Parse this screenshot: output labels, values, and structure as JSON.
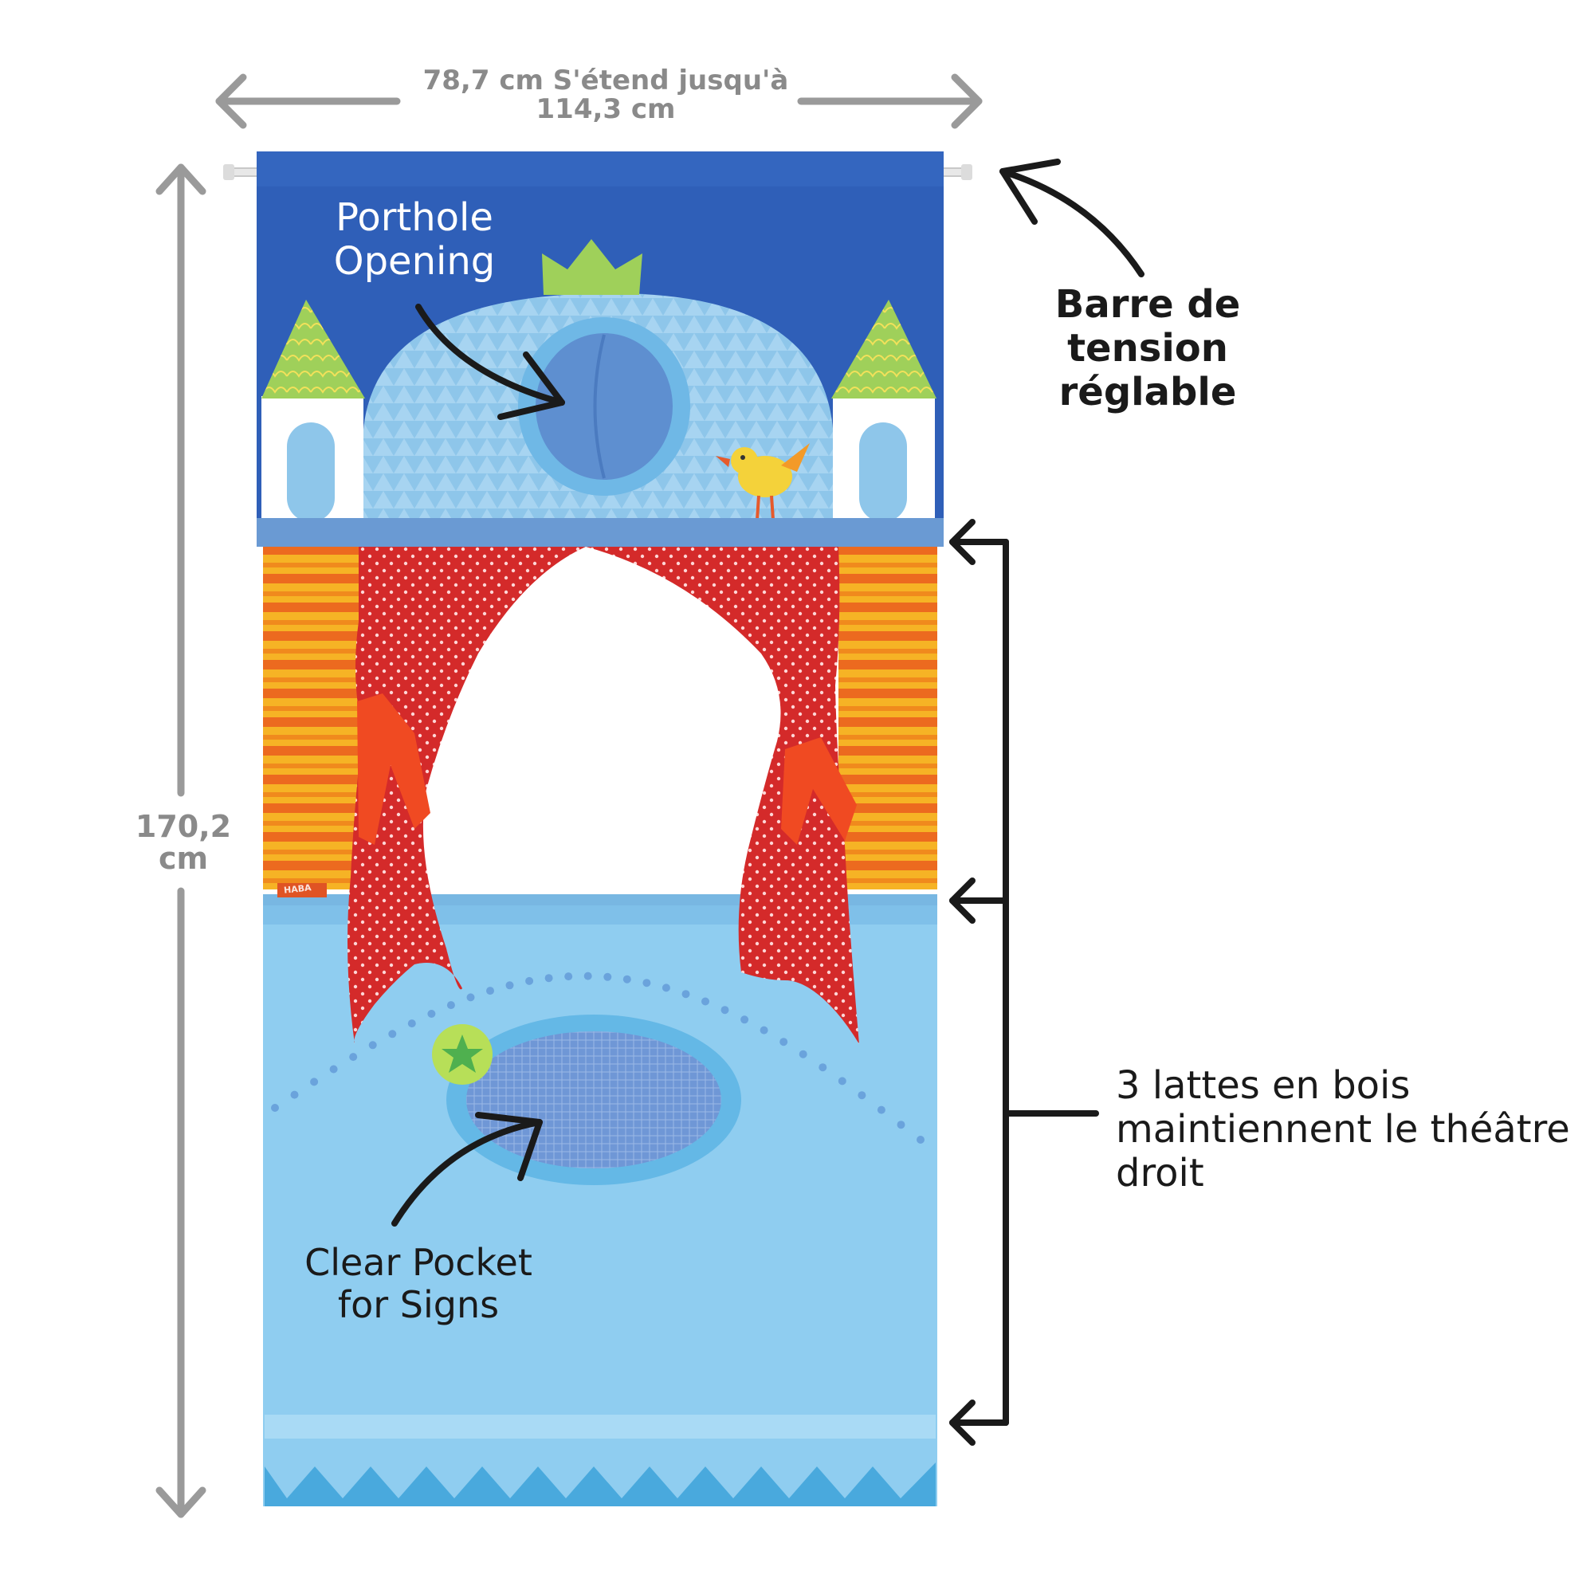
{
  "dimensions": {
    "width_label_line1": "78,7 cm S'étend jusqu'à",
    "width_label_line2": "114,3 cm",
    "height_label": "170,2 cm"
  },
  "callouts": {
    "porthole_line1": "Porthole",
    "porthole_line2": "Opening",
    "tension_line1": "Barre de tension",
    "tension_line2": "réglable",
    "slats_line1": "3 lattes en bois",
    "slats_line2": "maintiennent le théâtre",
    "slats_line3": "droit",
    "pocket_line1": "Clear Pocket",
    "pocket_line2": "for Signs"
  },
  "brand_tag": "HABA",
  "colors": {
    "top_banner": "#2f5fb8",
    "castle_dome": "#8ec6ea",
    "curtain_red": "#d42a2a",
    "stripe_orange": "#f29a1e",
    "stripe_red": "#e8561c",
    "bottom_panel": "#8fcdf0",
    "dimension_gray": "#9a9a9a",
    "annotation_black": "#1a1a1a"
  }
}
